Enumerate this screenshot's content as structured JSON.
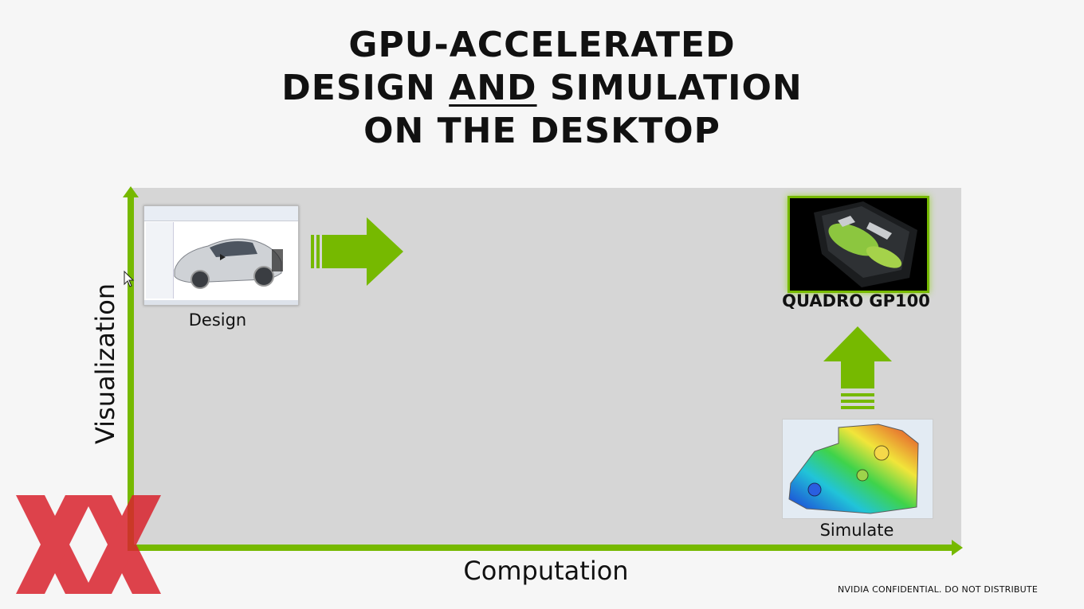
{
  "slide": {
    "title_line1": "GPU-ACCELERATED",
    "title_line2_pre": "DESIGN ",
    "title_line2_emph": "AND",
    "title_line2_post": " SIMULATION",
    "title_line3": "ON THE DESKTOP",
    "y_axis_label": "Visualization",
    "x_axis_label": "Computation",
    "design_label": "Design",
    "gpu_label": "QUADRO GP100",
    "simulate_label": "Simulate",
    "confidential": "NVIDIA CONFIDENTIAL. DO NOT DISTRIBUTE"
  },
  "colors": {
    "accent": "#76b900",
    "panel": "#d6d6d6",
    "logo": "#d9232e"
  },
  "icons": {
    "cursor": "mouse-pointer-icon",
    "arrow_right": "arrow-right-icon",
    "arrow_up": "arrow-up-icon",
    "logo": "xx-logo"
  }
}
